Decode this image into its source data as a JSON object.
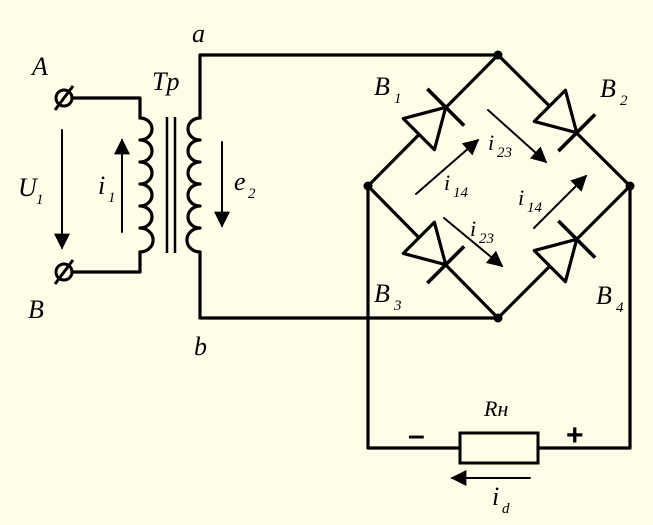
{
  "labels": {
    "node_a": "a",
    "node_b": "b",
    "terminal_A": "A",
    "terminal_B": "B",
    "transformer": "Tp",
    "voltage_U": "U",
    "voltage_U_sub": "1",
    "current_i1": "i",
    "current_i1_sub": "1",
    "emf_e": "e",
    "emf_e_sub": "2",
    "diode_B1": "B",
    "diode_B1_sub": "1",
    "diode_B2": "B",
    "diode_B2_sub": "2",
    "diode_B3": "B",
    "diode_B3_sub": "3",
    "diode_B4": "B",
    "diode_B4_sub": "4",
    "i23_top": "i",
    "i23_top_sub": "23",
    "i14_left": "i",
    "i14_left_sub": "14",
    "i14_right": "i",
    "i14_right_sub": "14",
    "i23_bottom": "i",
    "i23_bottom_sub": "23",
    "load": "Rн",
    "minus": "–",
    "plus": "+",
    "current_id": "i",
    "current_id_sub": "d"
  }
}
